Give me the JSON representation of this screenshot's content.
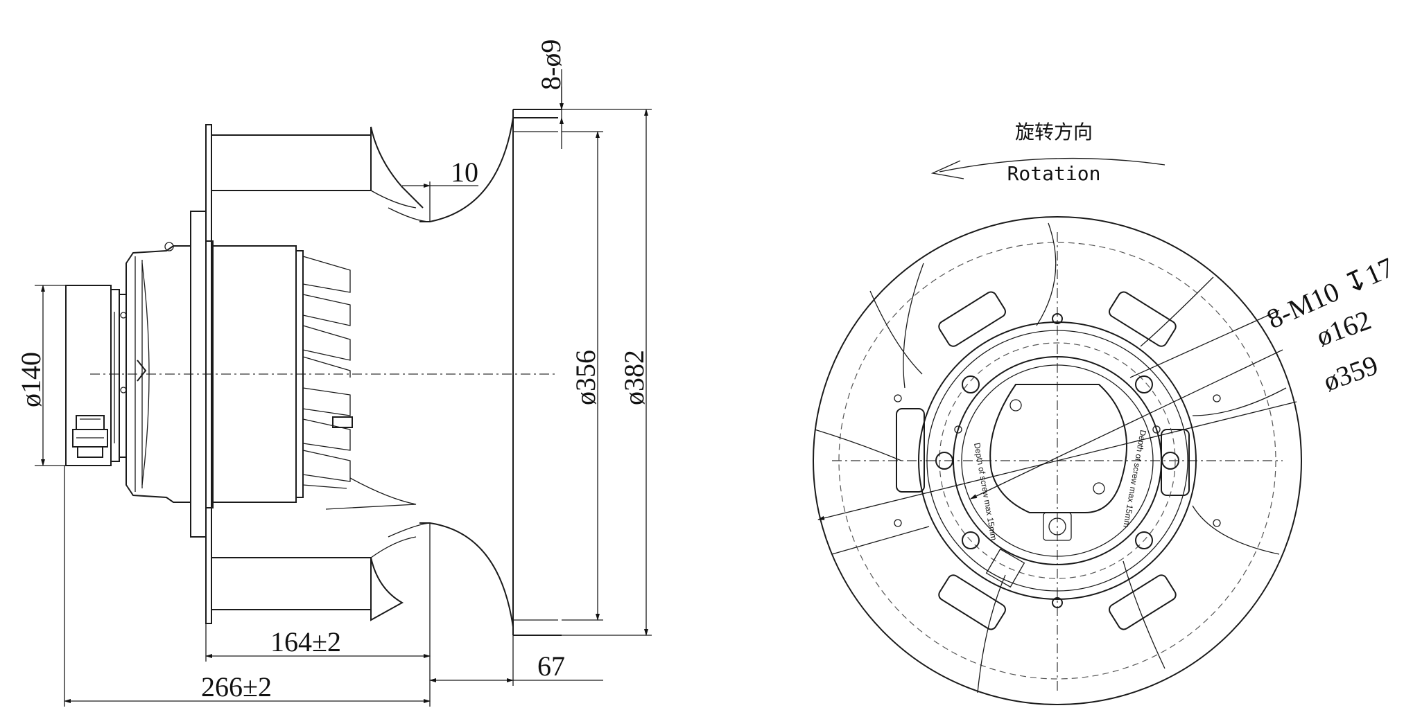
{
  "side_view": {
    "dims": {
      "holes": "8-ø9",
      "inlet_gap": "10",
      "dia_motor": "ø140",
      "dia_inlet": "ø356",
      "dia_outer": "ø382",
      "len_164": "164±2",
      "len_266": "266±2",
      "len_67": "67"
    }
  },
  "front_view": {
    "rotation_cn": "旋转方向",
    "rotation_en": "Rotation",
    "dims": {
      "thread": "8-M10",
      "thread_depth": "17",
      "dia_162": "ø162",
      "dia_359": "ø359"
    },
    "hub_note_left": "Depth of screw max 15mm",
    "hub_note_right": "Depth of screw max 15mm"
  }
}
